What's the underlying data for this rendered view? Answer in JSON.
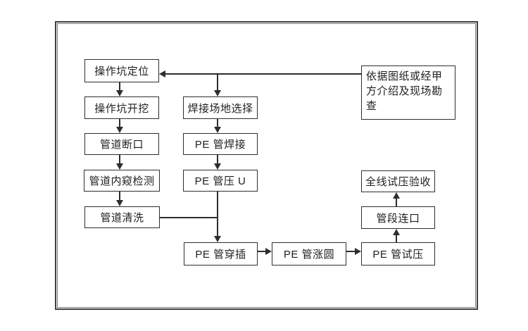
{
  "diagram": {
    "type": "flowchart",
    "title_hint": "PE pipe insertion rehabilitation construction process",
    "colors": {
      "background": "#ffffff",
      "box_border": "#2e2e2e",
      "line": "#2e2e2e",
      "text": "#1f1f1f",
      "frame_outer": "#3f3f3f",
      "frame_inner": "#7d7d7d"
    },
    "nodes": {
      "survey": {
        "label": "依据图纸或经甲方介绍及现场勘查"
      },
      "pit_positioning": {
        "label": "操作坑定位"
      },
      "pit_excavation": {
        "label": "操作坑开挖"
      },
      "pipe_cut": {
        "label": "管道断口"
      },
      "pipe_inspection": {
        "label": "管道内窥检测"
      },
      "pipe_cleaning": {
        "label": "管道清洗"
      },
      "welding_site": {
        "label": "焊接场地选择"
      },
      "pe_welding": {
        "label": "PE 管焊接"
      },
      "pe_press_u": {
        "label": "PE 管压 U"
      },
      "pe_insertion": {
        "label": "PE 管穿插"
      },
      "pe_rounding": {
        "label": "PE 管涨圆"
      },
      "pe_pressure_test": {
        "label": "PE 管试压"
      },
      "section_connection": {
        "label": "管段连口"
      },
      "full_line_acceptance": {
        "label": "全线试压验收"
      }
    },
    "edges": [
      {
        "from": "survey",
        "to": "pit_positioning",
        "arrow": "left"
      },
      {
        "from": "survey",
        "to": "welding_site",
        "arrow": "down"
      },
      {
        "from": "pit_positioning",
        "to": "pit_excavation",
        "arrow": "down"
      },
      {
        "from": "pit_excavation",
        "to": "pipe_cut",
        "arrow": "down"
      },
      {
        "from": "pipe_cut",
        "to": "pipe_inspection",
        "arrow": "down"
      },
      {
        "from": "pipe_inspection",
        "to": "pipe_cleaning",
        "arrow": "down"
      },
      {
        "from": "welding_site",
        "to": "pe_welding",
        "arrow": "down"
      },
      {
        "from": "pe_welding",
        "to": "pe_press_u",
        "arrow": "down"
      },
      {
        "from": "pe_press_u",
        "to": "pe_insertion",
        "arrow": "down"
      },
      {
        "from": "pipe_cleaning",
        "to": "pe_insertion",
        "arrow": "merge"
      },
      {
        "from": "pe_insertion",
        "to": "pe_rounding",
        "arrow": "right"
      },
      {
        "from": "pe_rounding",
        "to": "pe_pressure_test",
        "arrow": "right"
      },
      {
        "from": "pe_pressure_test",
        "to": "section_connection",
        "arrow": "up"
      },
      {
        "from": "section_connection",
        "to": "full_line_acceptance",
        "arrow": "up"
      }
    ]
  }
}
